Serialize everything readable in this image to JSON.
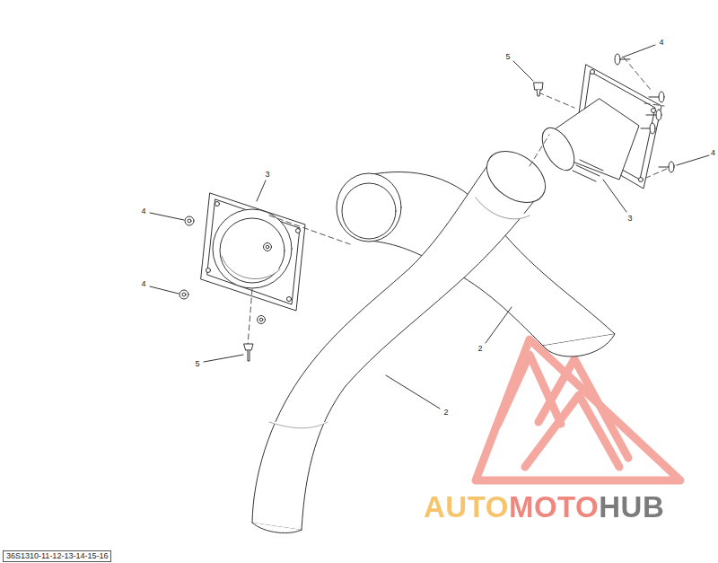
{
  "diagram": {
    "labels": [
      "5",
      "4",
      "4",
      "3",
      "4",
      "3",
      "4",
      "2",
      "5",
      "2",
      "36S1310-11-12-13-14-15-16",
      "AUTOMOTOHUB"
    ]
  }
}
